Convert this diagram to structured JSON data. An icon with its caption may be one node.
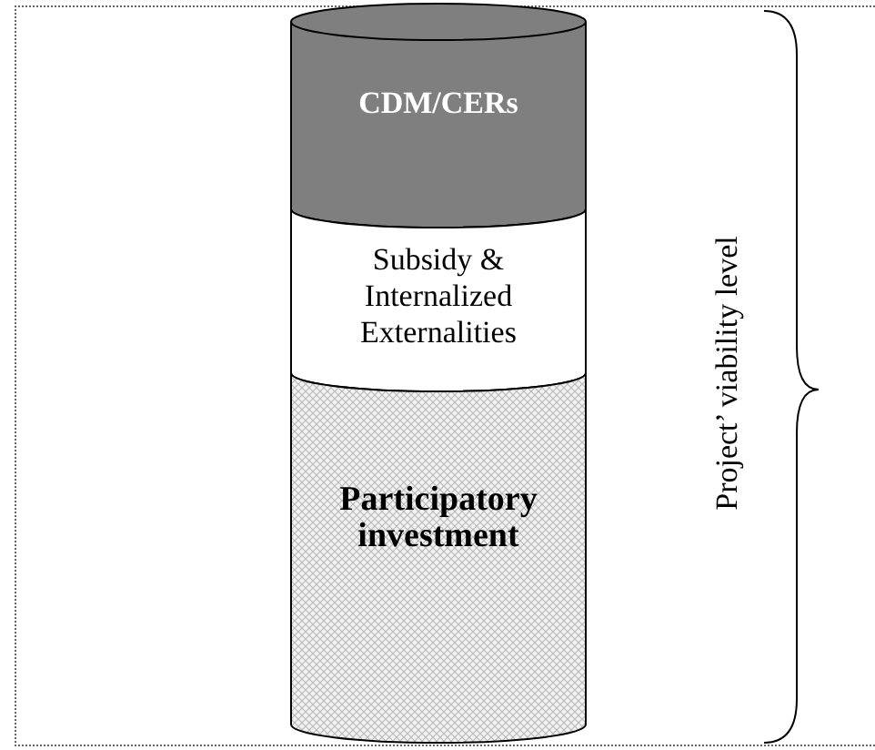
{
  "diagram": {
    "nodes": [
      {
        "text": [
          "CDM/CERs"
        ]
      },
      {
        "text": [
          "Subsidy & Internalized Externalities"
        ]
      },
      {
        "text": [
          "Participatory investment"
        ]
      }
    ],
    "labels": [
      "Project’ viability level"
    ]
  }
}
